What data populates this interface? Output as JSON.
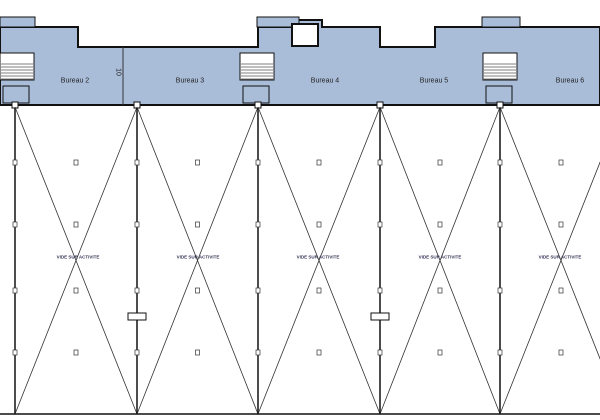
{
  "bureaus": [
    {
      "label": "Bureau 2"
    },
    {
      "label": "Bureau 3"
    },
    {
      "label": "Bureau 4"
    },
    {
      "label": "Bureau 5"
    },
    {
      "label": "Bureau 6"
    }
  ],
  "vide_label": "VIDE SUR ACTIVITE",
  "dimension": "10",
  "colors": {
    "office_fill": "#a9bdd9",
    "wall": "#111111"
  }
}
